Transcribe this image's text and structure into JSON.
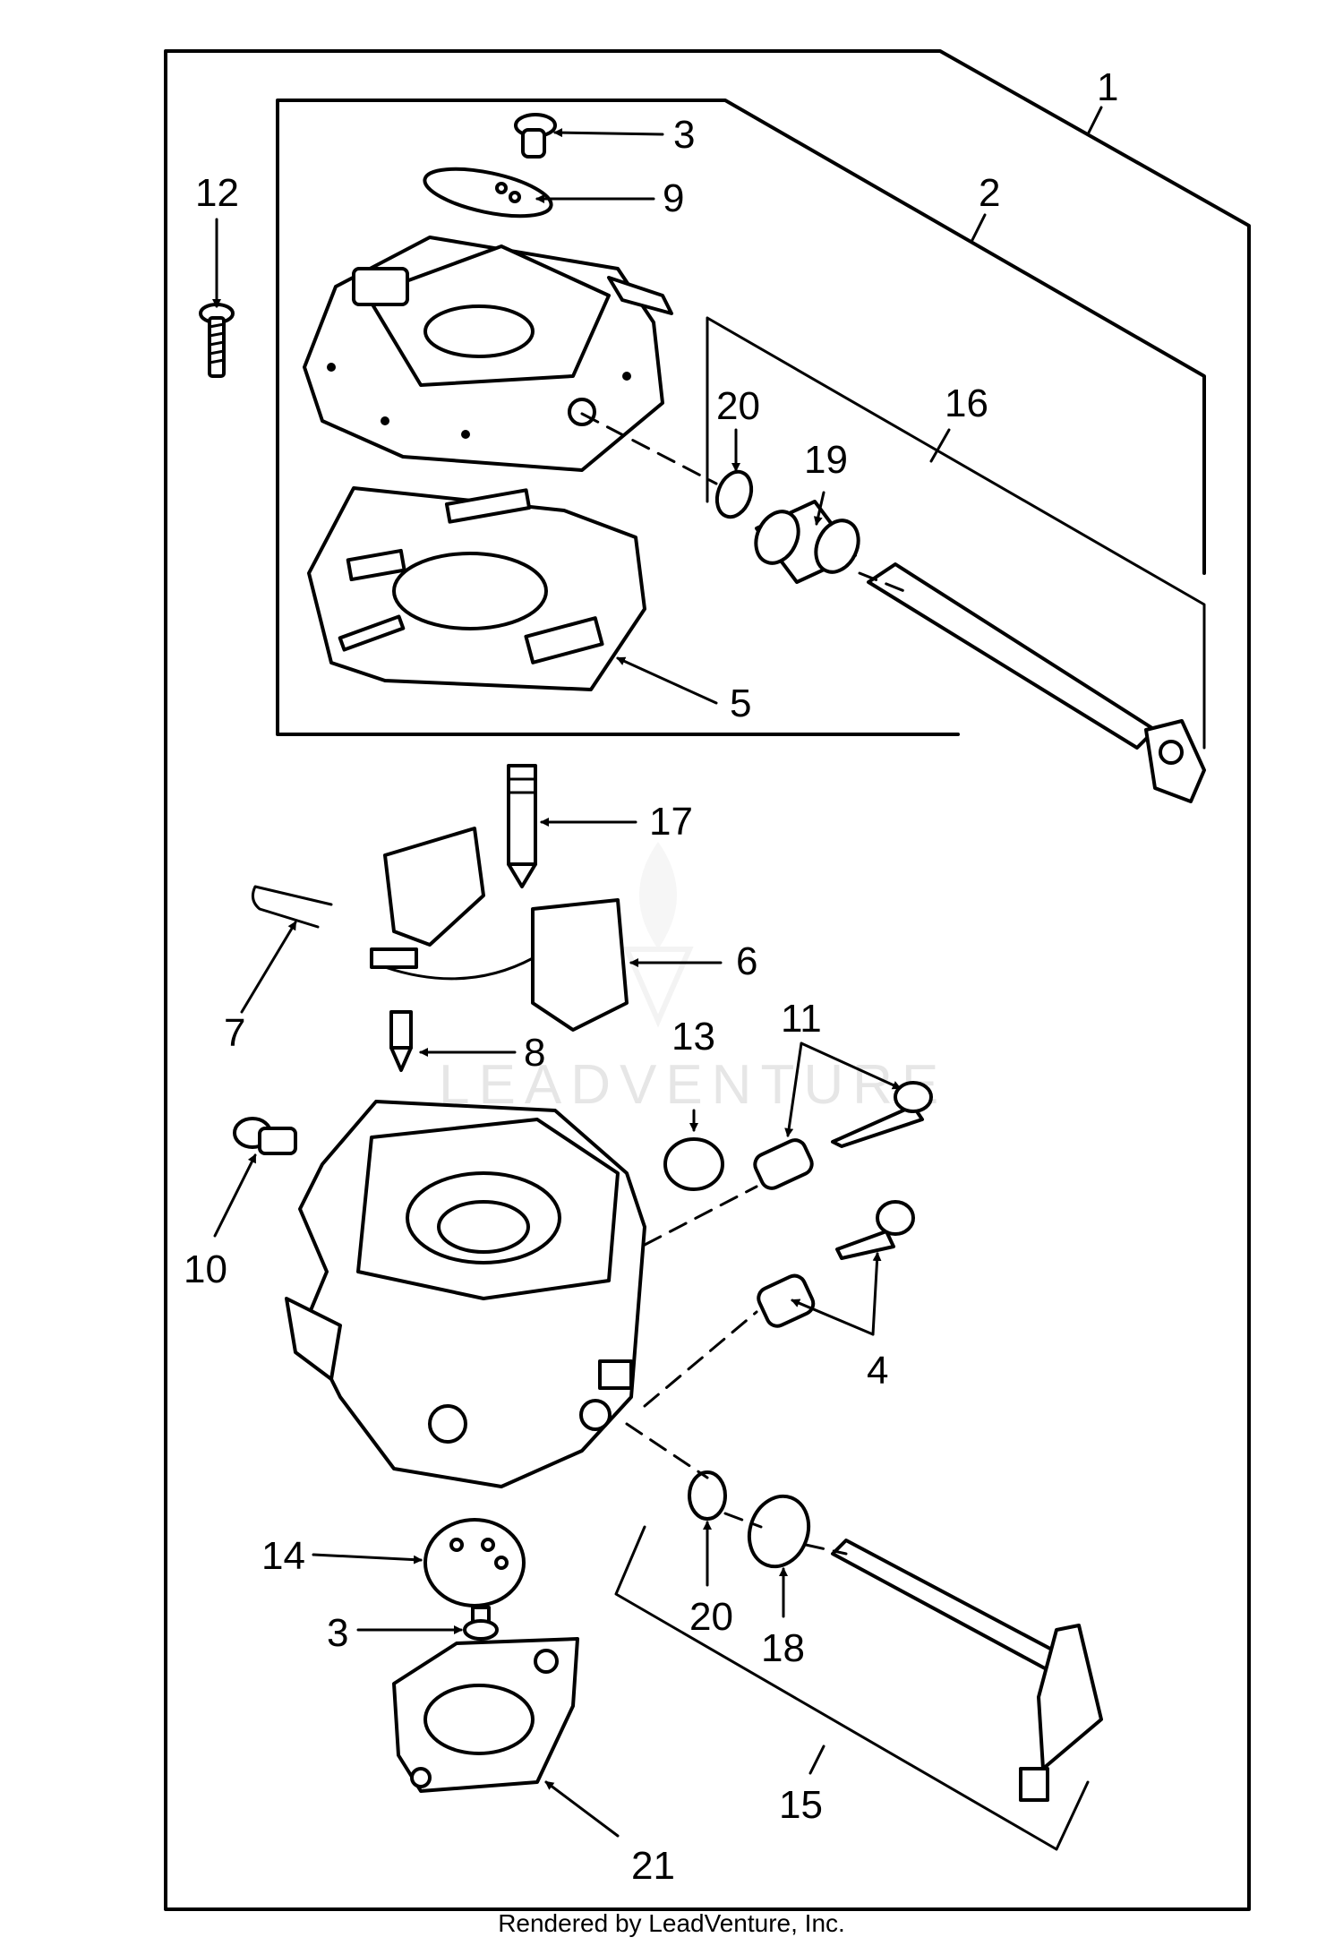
{
  "watermark": "LEADVENTURE",
  "footer": "Rendered by LeadVenture, Inc.",
  "callouts": {
    "c1": "1",
    "c2": "2",
    "c3a": "3",
    "c3b": "3",
    "c4": "4",
    "c5": "5",
    "c6": "6",
    "c7": "7",
    "c8": "8",
    "c9": "9",
    "c10": "10",
    "c11": "11",
    "c12": "12",
    "c13": "13",
    "c14": "14",
    "c15": "15",
    "c16": "16",
    "c17": "17",
    "c18": "18",
    "c19": "19",
    "c20a": "20",
    "c20b": "20",
    "c21": "21"
  }
}
